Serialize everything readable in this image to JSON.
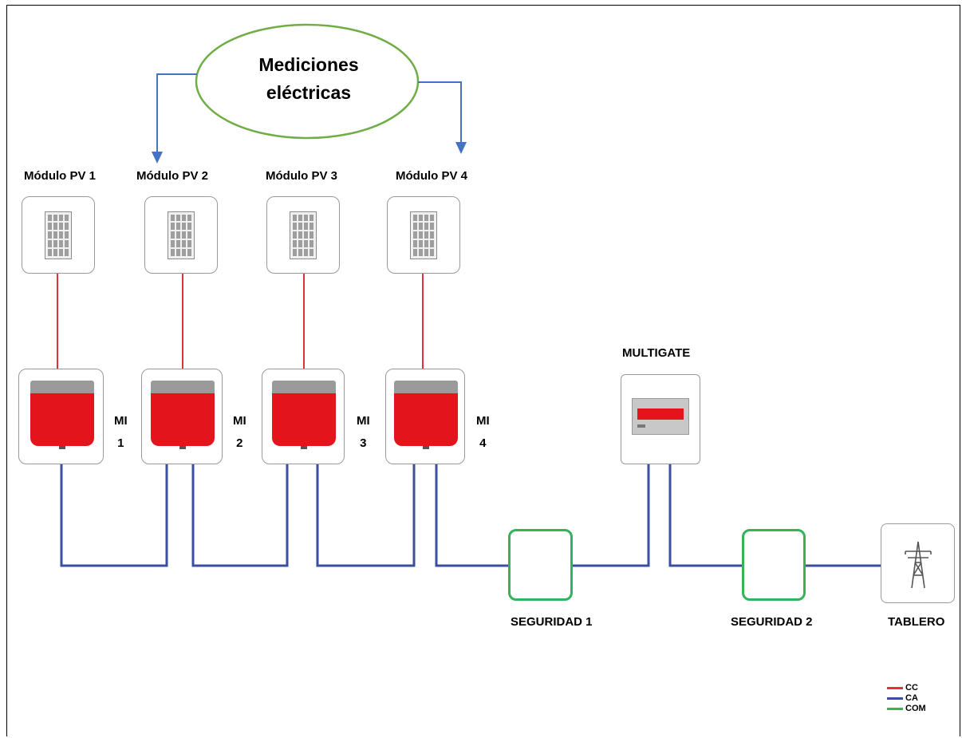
{
  "callout": {
    "line1": "Mediciones",
    "line2": "eléctricas"
  },
  "modules": [
    "Módulo PV 1",
    "Módulo PV 2",
    "Módulo PV 3",
    "Módulo PV 4"
  ],
  "inverters": [
    {
      "a": "MI",
      "b": "1"
    },
    {
      "a": "MI",
      "b": "2"
    },
    {
      "a": "MI",
      "b": "3"
    },
    {
      "a": "MI",
      "b": "4"
    }
  ],
  "multigate": "MULTIGATE",
  "seguridad1": "SEGURIDAD 1",
  "seguridad2": "SEGURIDAD 2",
  "tablero": "TABLERO",
  "legend": [
    {
      "label": "CC",
      "color": "#e0303a"
    },
    {
      "label": "CA",
      "color": "#3a4fa0"
    },
    {
      "label": "COM",
      "color": "#33b35a"
    }
  ],
  "colors": {
    "dc": "#e0303a",
    "ac": "#3a4fa0",
    "com": "#33b35a",
    "arrow": "#4472c4",
    "ellipse": "#70ad47"
  }
}
